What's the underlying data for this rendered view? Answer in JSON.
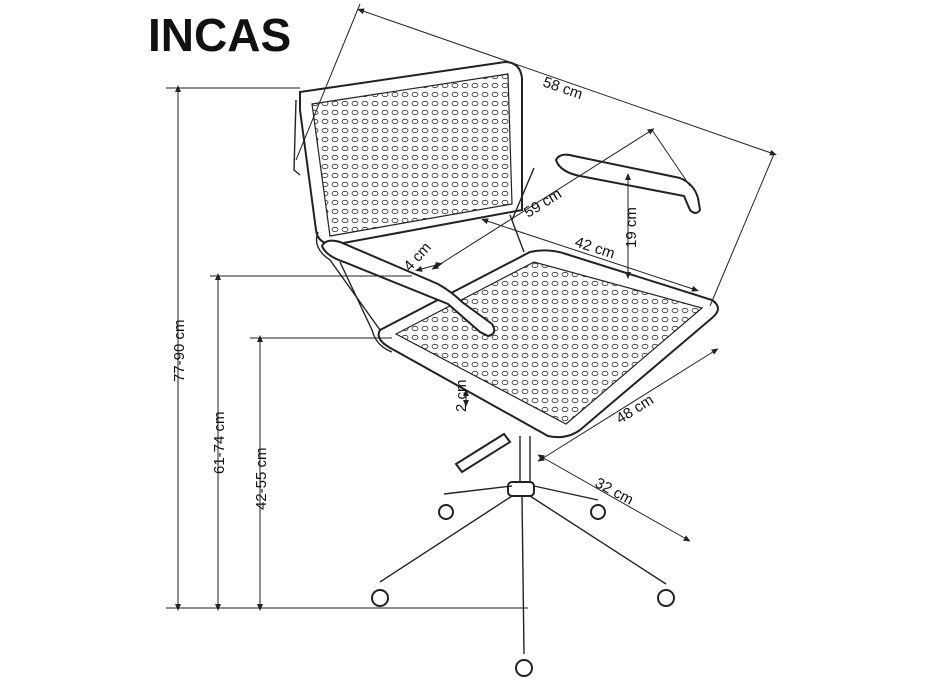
{
  "title": "INCAS",
  "dimensions": {
    "width": "58 cm",
    "diagonal": "59 cm",
    "armrest_height": "19 cm",
    "seat_width": "42 cm",
    "armrest_width": "4 cm",
    "seat_depth": "48 cm",
    "seat_thickness": "2 cm",
    "base_radius": "32 cm",
    "total_height": "77-90 cm",
    "armrest_floor_height": "61-74 cm",
    "seat_height": "42-55 cm"
  }
}
